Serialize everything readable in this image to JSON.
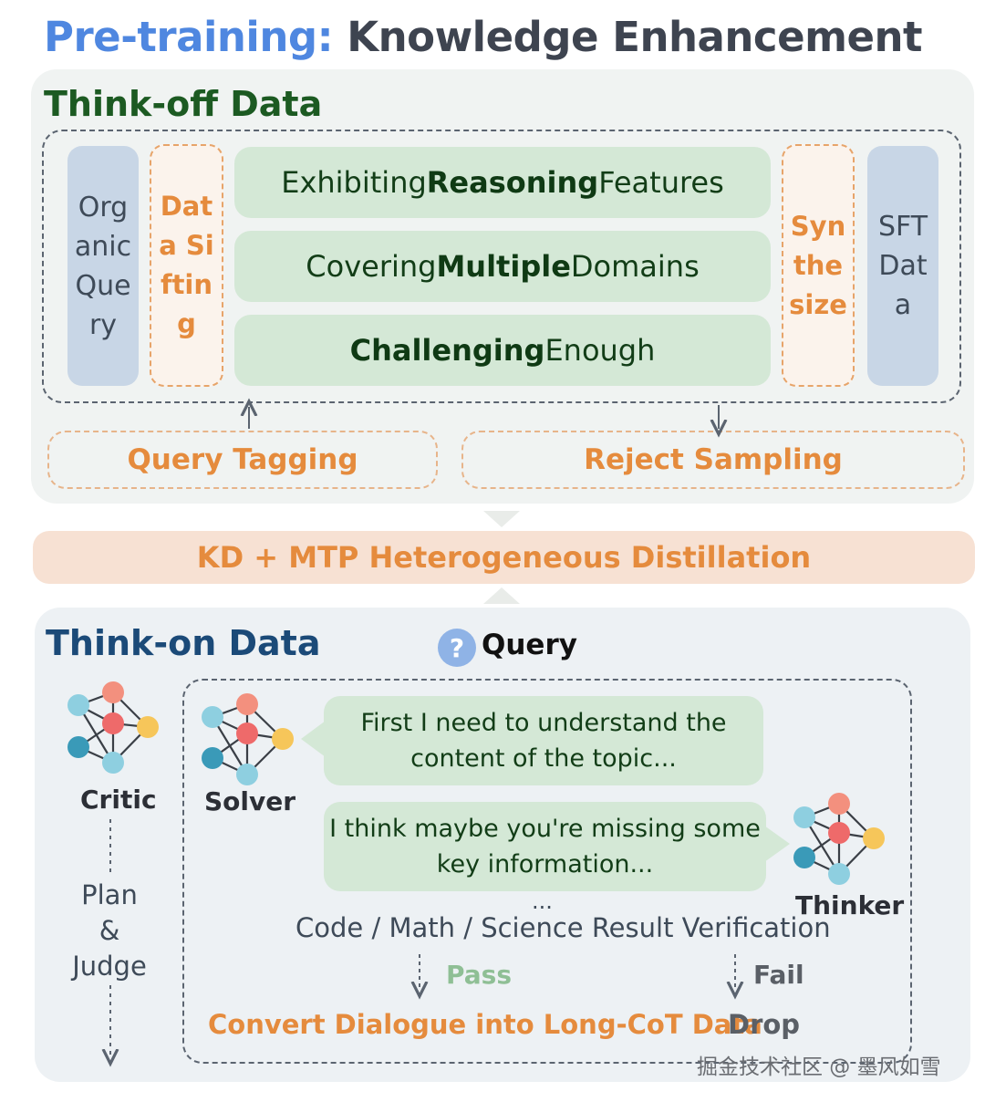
{
  "header": {
    "title_part1": "Pre-training:",
    "title_part2": "Knowledge Enhancement"
  },
  "think_off": {
    "title": "Think-off Data",
    "organic_query": "Organic Query",
    "data_sifting": "Data Sifting",
    "features": [
      {
        "pre": "Exhibiting ",
        "bold": "Reasoning",
        "post": " Features"
      },
      {
        "pre": "Covering ",
        "bold": "Multiple",
        "post": " Domains"
      },
      {
        "pre": "",
        "bold": "Challenging",
        "post": " Enough"
      }
    ],
    "synthesize": "Synthesize",
    "sft_data": "SFT Data",
    "query_tagging": "Query Tagging",
    "reject_sampling": "Reject Sampling"
  },
  "distillation": {
    "label": "KD + MTP Heterogeneous Distillation"
  },
  "think_on": {
    "title": "Think-on Data",
    "query_icon": "?",
    "query_label": "Query",
    "critic": "Critic",
    "solver": "Solver",
    "thinker": "Thinker",
    "plan": "Plan",
    "amp": "&",
    "judge": "Judge",
    "bubble_1_line1": "First I need to understand the",
    "bubble_1_line2": "content of the topic...",
    "bubble_2_line1": "I think maybe you're missing some",
    "bubble_2_line2": "key information...",
    "ellipsis": "...",
    "verification": "Code / Math / Science Result Verification",
    "pass": "Pass",
    "fail": "Fail",
    "convert": "Convert Dialogue into Long-CoT Data",
    "drop": "Drop"
  },
  "watermark": "掘金技术社区 @ 墨风如雪",
  "colors": {
    "title_blue": "#4f87e0",
    "think_off_green": "#1c5a22",
    "think_on_blue": "#1b4a78",
    "accent_orange": "#e58b3d",
    "feature_green": "#d4e8d6",
    "node_red": "#ee6a6a",
    "node_teal": "#3a9ab8",
    "node_lightblue": "#8ecfe0",
    "node_yellow": "#f6c65a",
    "node_salmon": "#f3907e"
  }
}
